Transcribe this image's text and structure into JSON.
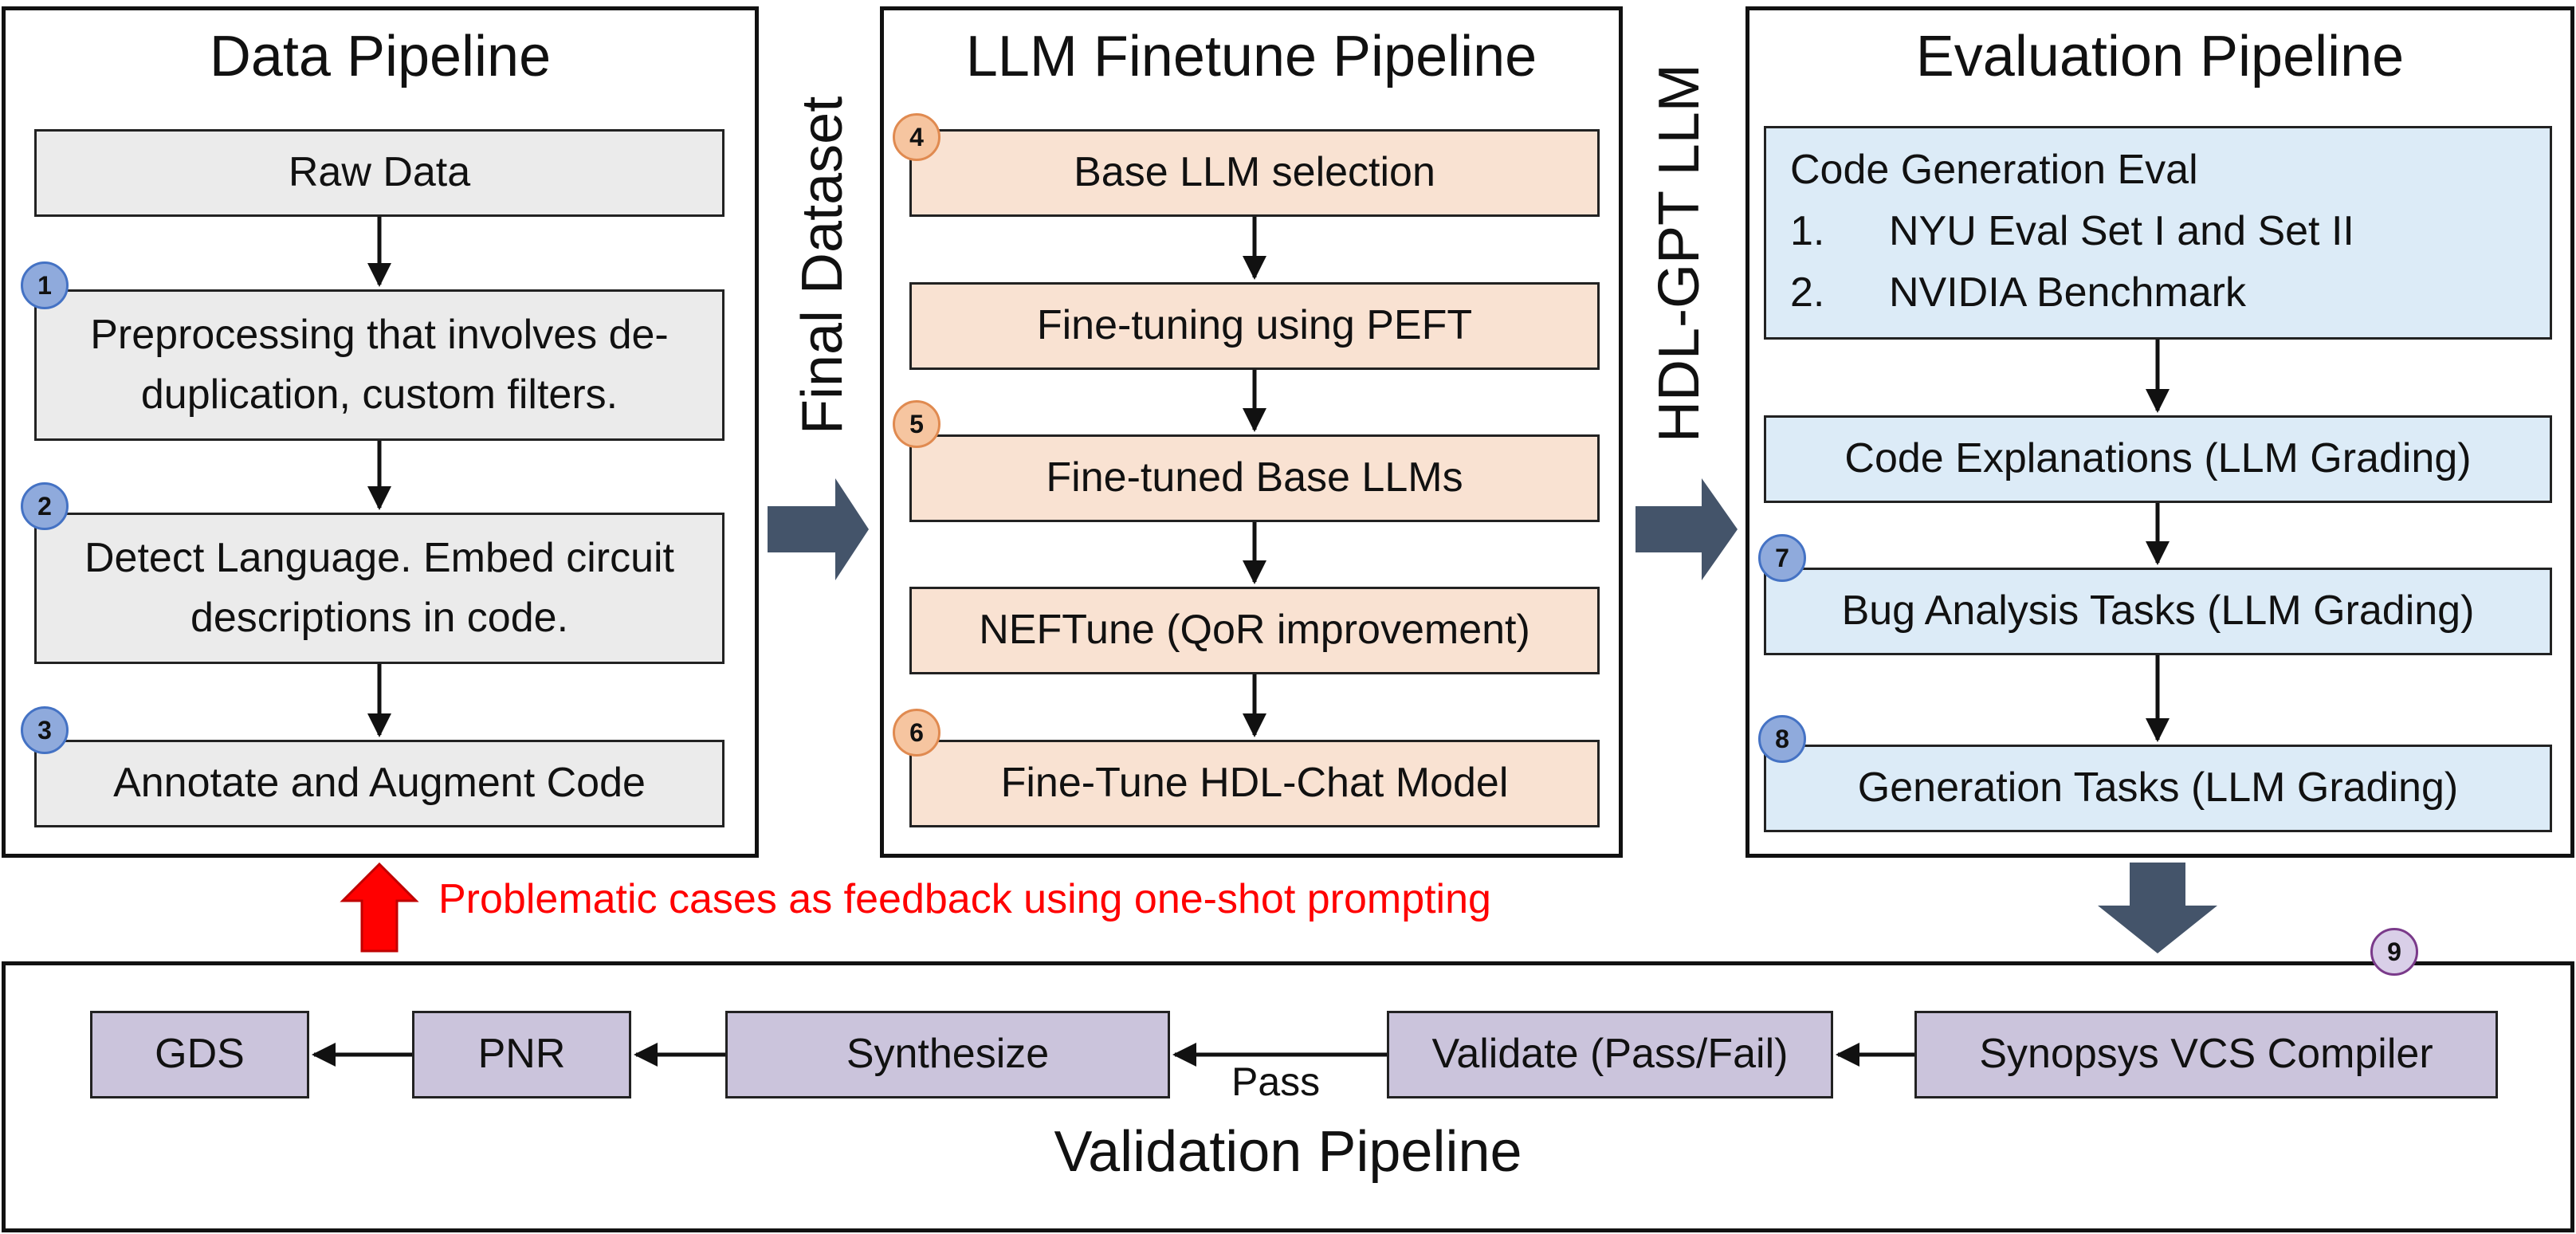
{
  "data_pipeline": {
    "title": "Data Pipeline",
    "steps": [
      "Raw Data",
      "Preprocessing that involves de-duplication, custom filters.",
      "Detect Language. Embed circuit descriptions in code.",
      "Annotate and Augment Code"
    ],
    "badges": [
      "1",
      "2",
      "3"
    ]
  },
  "connector1": {
    "label": "Final Dataset"
  },
  "finetune_pipeline": {
    "title": "LLM Finetune Pipeline",
    "steps": [
      "Base LLM selection",
      "Fine-tuning using PEFT",
      "Fine-tuned Base LLMs",
      "NEFTune (QoR improvement)",
      "Fine-Tune HDL-Chat Model"
    ],
    "badges": [
      "4",
      "5",
      "6"
    ]
  },
  "connector2": {
    "label": "HDL-GPT LLM"
  },
  "evaluation_pipeline": {
    "title": "Evaluation Pipeline",
    "code_gen": {
      "title": "Code Generation Eval",
      "items": [
        {
          "num": "1.",
          "text": "NYU Eval Set I and Set II"
        },
        {
          "num": "2.",
          "text": "NVIDIA Benchmark"
        }
      ]
    },
    "steps": [
      "Code Explanations (LLM Grading)",
      "Bug Analysis Tasks (LLM Grading)",
      "Generation Tasks (LLM Grading)"
    ],
    "badges": [
      "7",
      "8"
    ]
  },
  "feedback": {
    "text": "Problematic cases as feedback using one-shot prompting",
    "color": "#ff0000"
  },
  "validation_pipeline": {
    "title": "Validation Pipeline",
    "steps": [
      "GDS",
      "PNR",
      "Synthesize",
      "Validate (Pass/Fail)",
      "Synopsys VCS Compiler"
    ],
    "pass_label": "Pass",
    "badge": "9"
  },
  "colors": {
    "gray_box": "#ebebeb",
    "peach_box": "#f9e2d2",
    "blue_box": "#dcebf7",
    "purple_box": "#cbc4dc",
    "big_arrow": "#44546a",
    "feedback_arrow": "#ff0000"
  }
}
